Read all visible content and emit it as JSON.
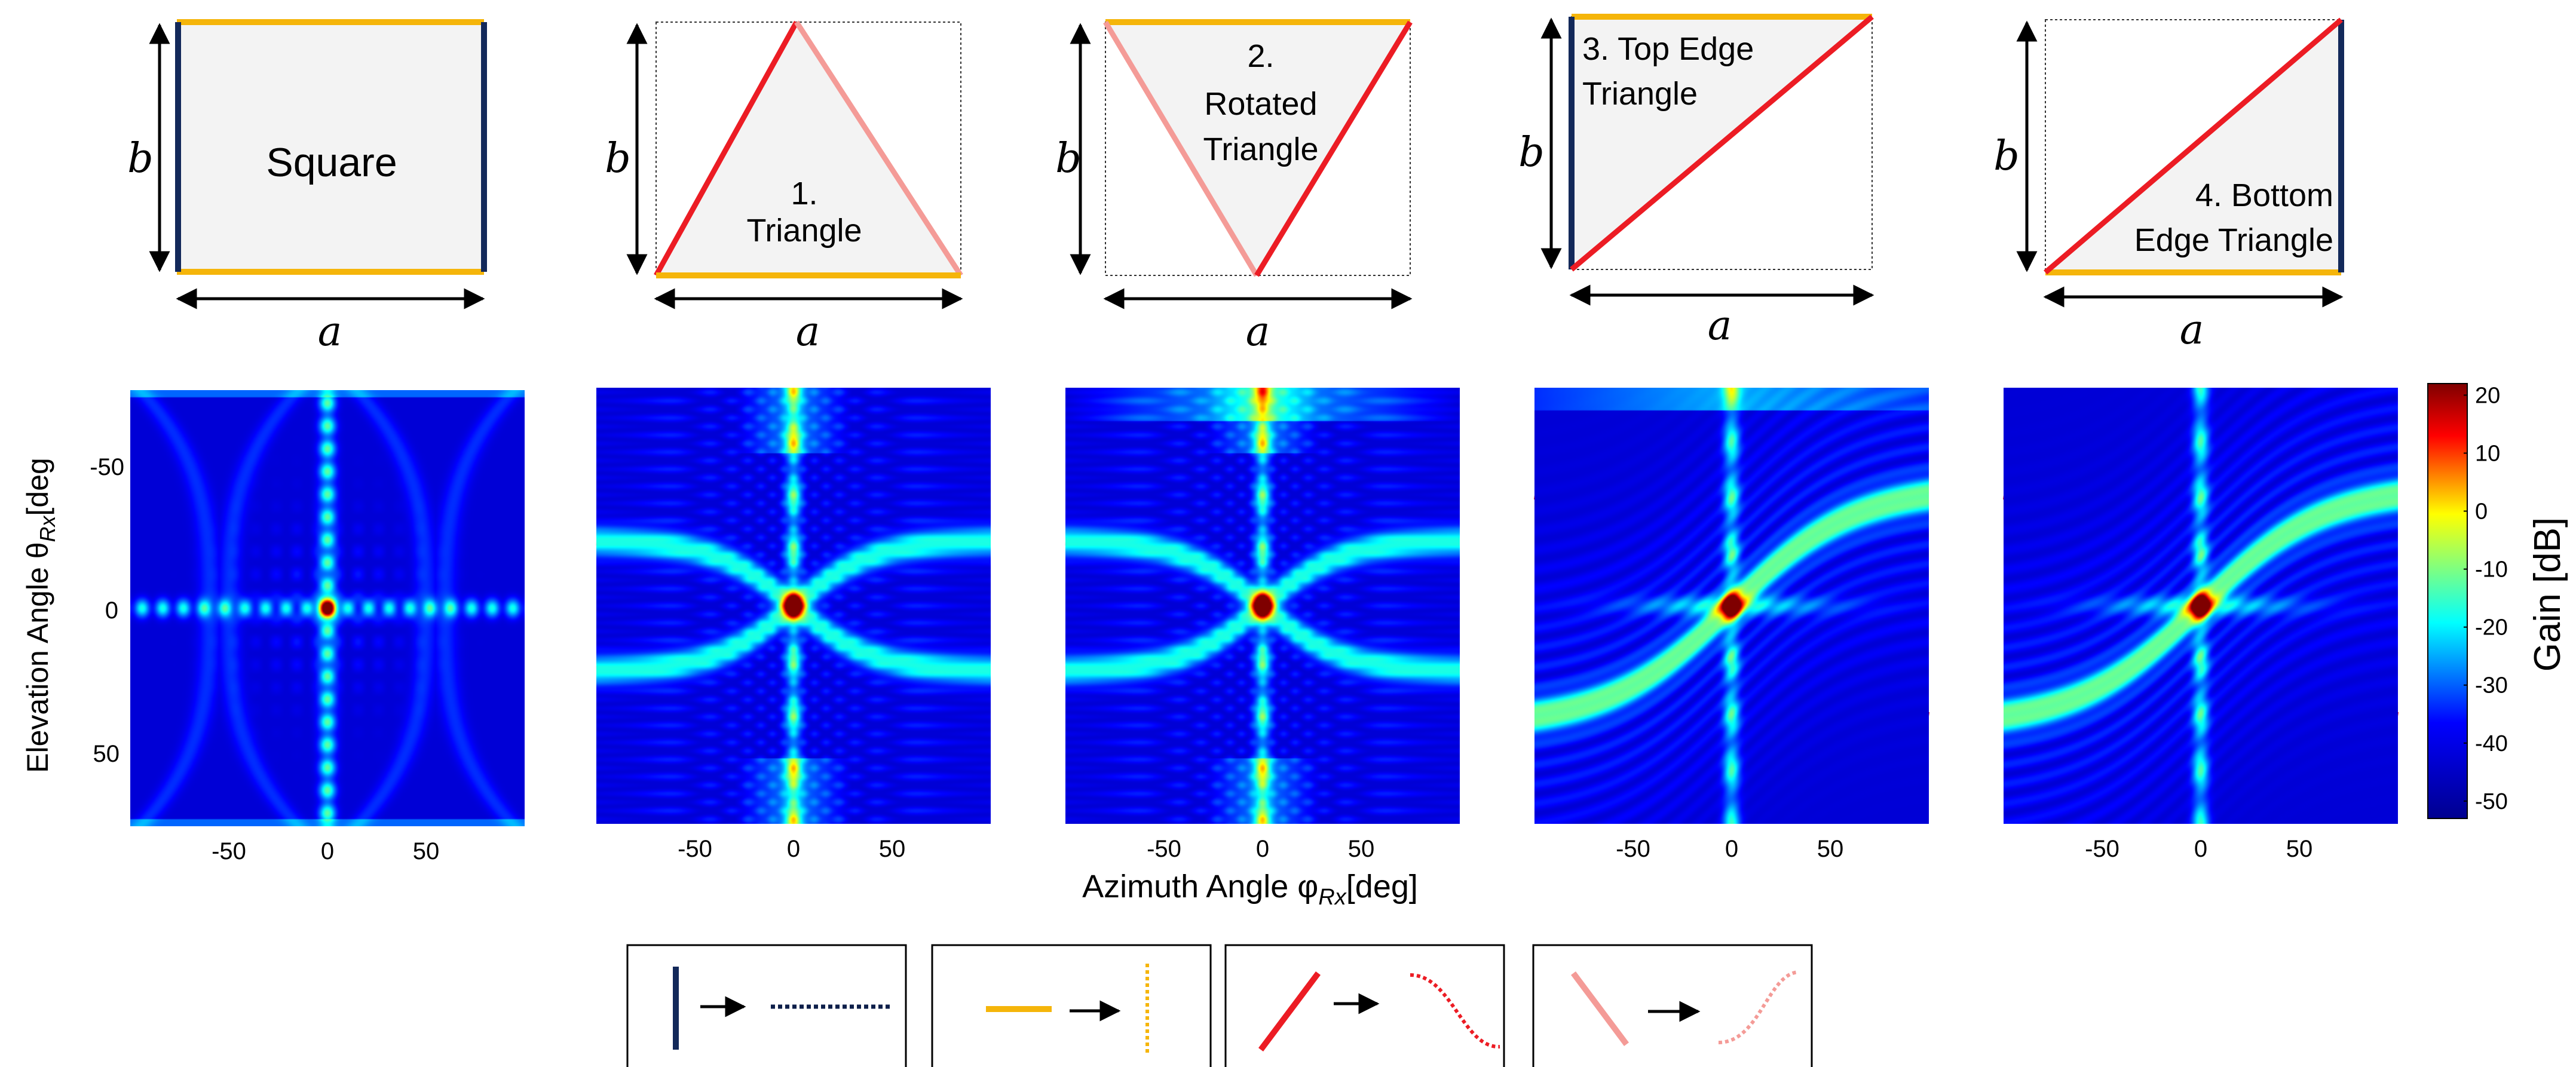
{
  "colors": {
    "navy": "#13295a",
    "orange": "#f5b50a",
    "red": "#ec1c24",
    "pink": "#f49b97",
    "yellow": "#f2ef2a",
    "dark_navy_dotted": "#0d1f4a"
  },
  "geometry": {
    "dim_a": "a",
    "dim_b": "b",
    "shapes": [
      {
        "id": "square",
        "label_lines": [
          "Square"
        ]
      },
      {
        "id": "triangle",
        "label_lines": [
          "1.",
          "Triangle"
        ]
      },
      {
        "id": "rotated-triangle",
        "label_lines": [
          "2.",
          "Rotated",
          "Triangle"
        ]
      },
      {
        "id": "top-edge-triangle",
        "label_lines": [
          "3. Top Edge",
          "Triangle"
        ]
      },
      {
        "id": "bottom-edge-triangle",
        "label_lines": [
          "4. Bottom",
          "Edge Triangle"
        ]
      }
    ]
  },
  "heatmaps": {
    "x_ticks": [
      "-50",
      "0",
      "50"
    ],
    "y_ticks": [
      "-50",
      "0",
      "50"
    ],
    "y_axis_label": "Elevation Angle θ",
    "y_axis_sub": "Rx",
    "y_axis_unit": "[deg",
    "x_axis_label": "Azimuth Angle φ",
    "x_axis_sub": "Rx",
    "x_axis_unit": "[deg]"
  },
  "colorbar": {
    "ticks": [
      "20",
      "10",
      "0",
      "-10",
      "-20",
      "-30",
      "-40",
      "-50"
    ],
    "label": "Gain [dB]",
    "range": [
      -53,
      22
    ]
  },
  "legend": [
    {
      "edge": "navy vertical edge",
      "maps_to": "horizontal dotted cut"
    },
    {
      "edge": "orange horizontal edge",
      "maps_to": "vertical dotted cut"
    },
    {
      "edge": "red rising edge",
      "maps_to": "red S-curve"
    },
    {
      "edge": "pink falling edge",
      "maps_to": "pink S-curve"
    }
  ]
}
